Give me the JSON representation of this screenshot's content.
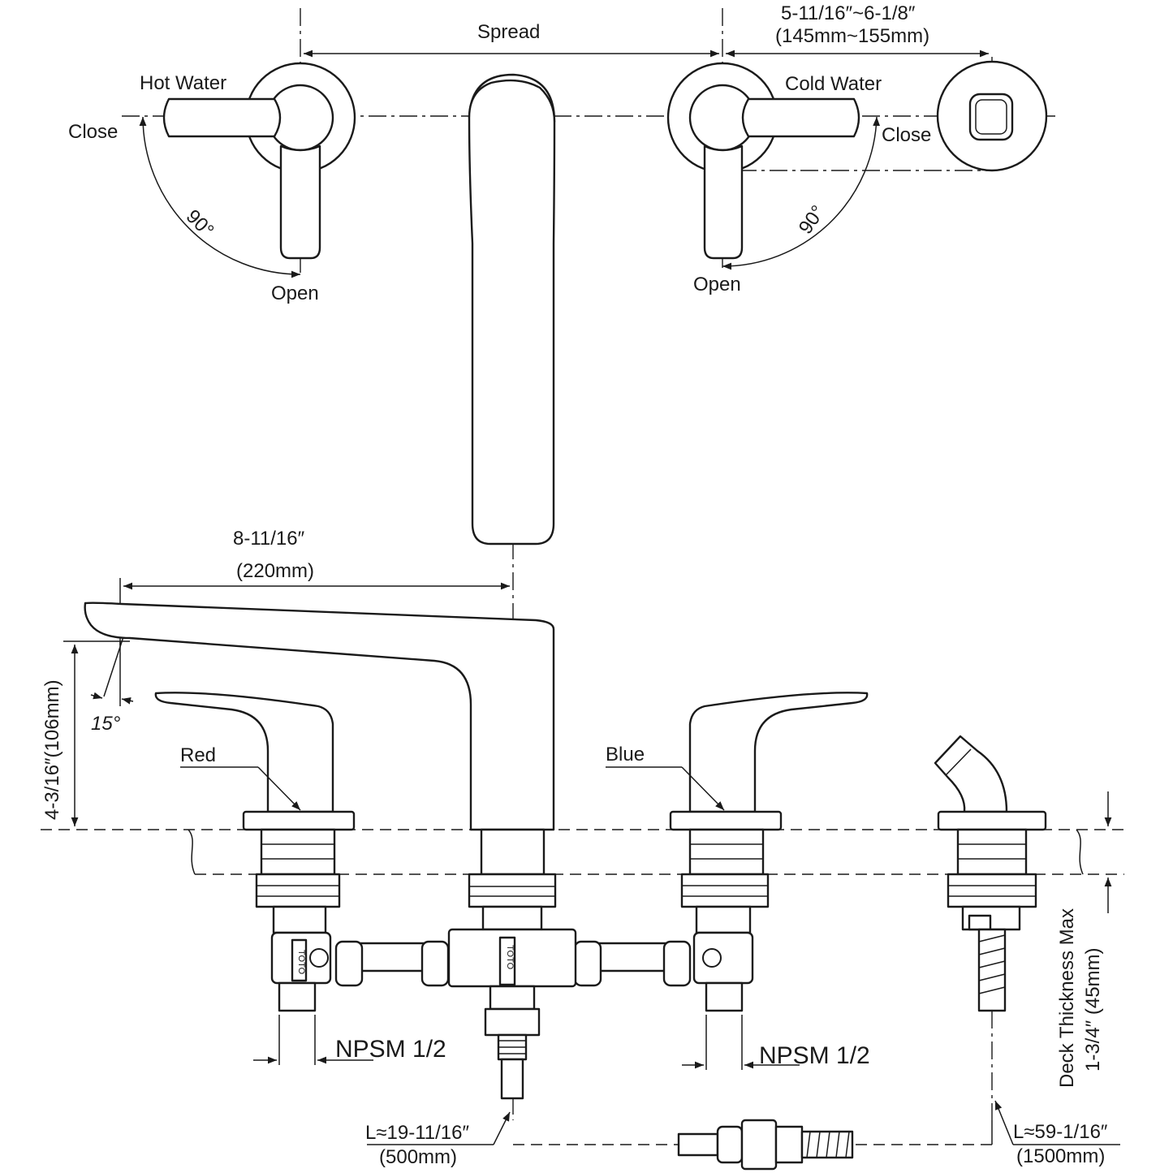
{
  "top_view": {
    "hot_water": "Hot Water",
    "cold_water": "Cold Water",
    "spread": "Spread",
    "spacing_in": "5-11/16″~6-1/8″",
    "spacing_mm": "(145mm~155mm)",
    "close_left": "Close",
    "close_right": "Close",
    "open_left": "Open",
    "open_right": "Open",
    "angle_left": "90°",
    "angle_right": "90°"
  },
  "side_view": {
    "reach_in": "8-11/16″",
    "reach_mm": "(220mm)",
    "height": "4-3/16″(106mm)",
    "tilt": "15°",
    "red": "Red",
    "blue": "Blue",
    "deck_line1": "Deck Thickness Max",
    "deck_line2": "1-3/4″ (45mm)",
    "npsm_left": "NPSM 1/2",
    "npsm_right": "NPSM 1/2",
    "hose_short_in": "L≈19-11/16″",
    "hose_short_mm": "(500mm)",
    "hose_long_in": "L≈59-1/16″",
    "hose_long_mm": "(1500mm)",
    "valve_mark": "TOTO"
  }
}
